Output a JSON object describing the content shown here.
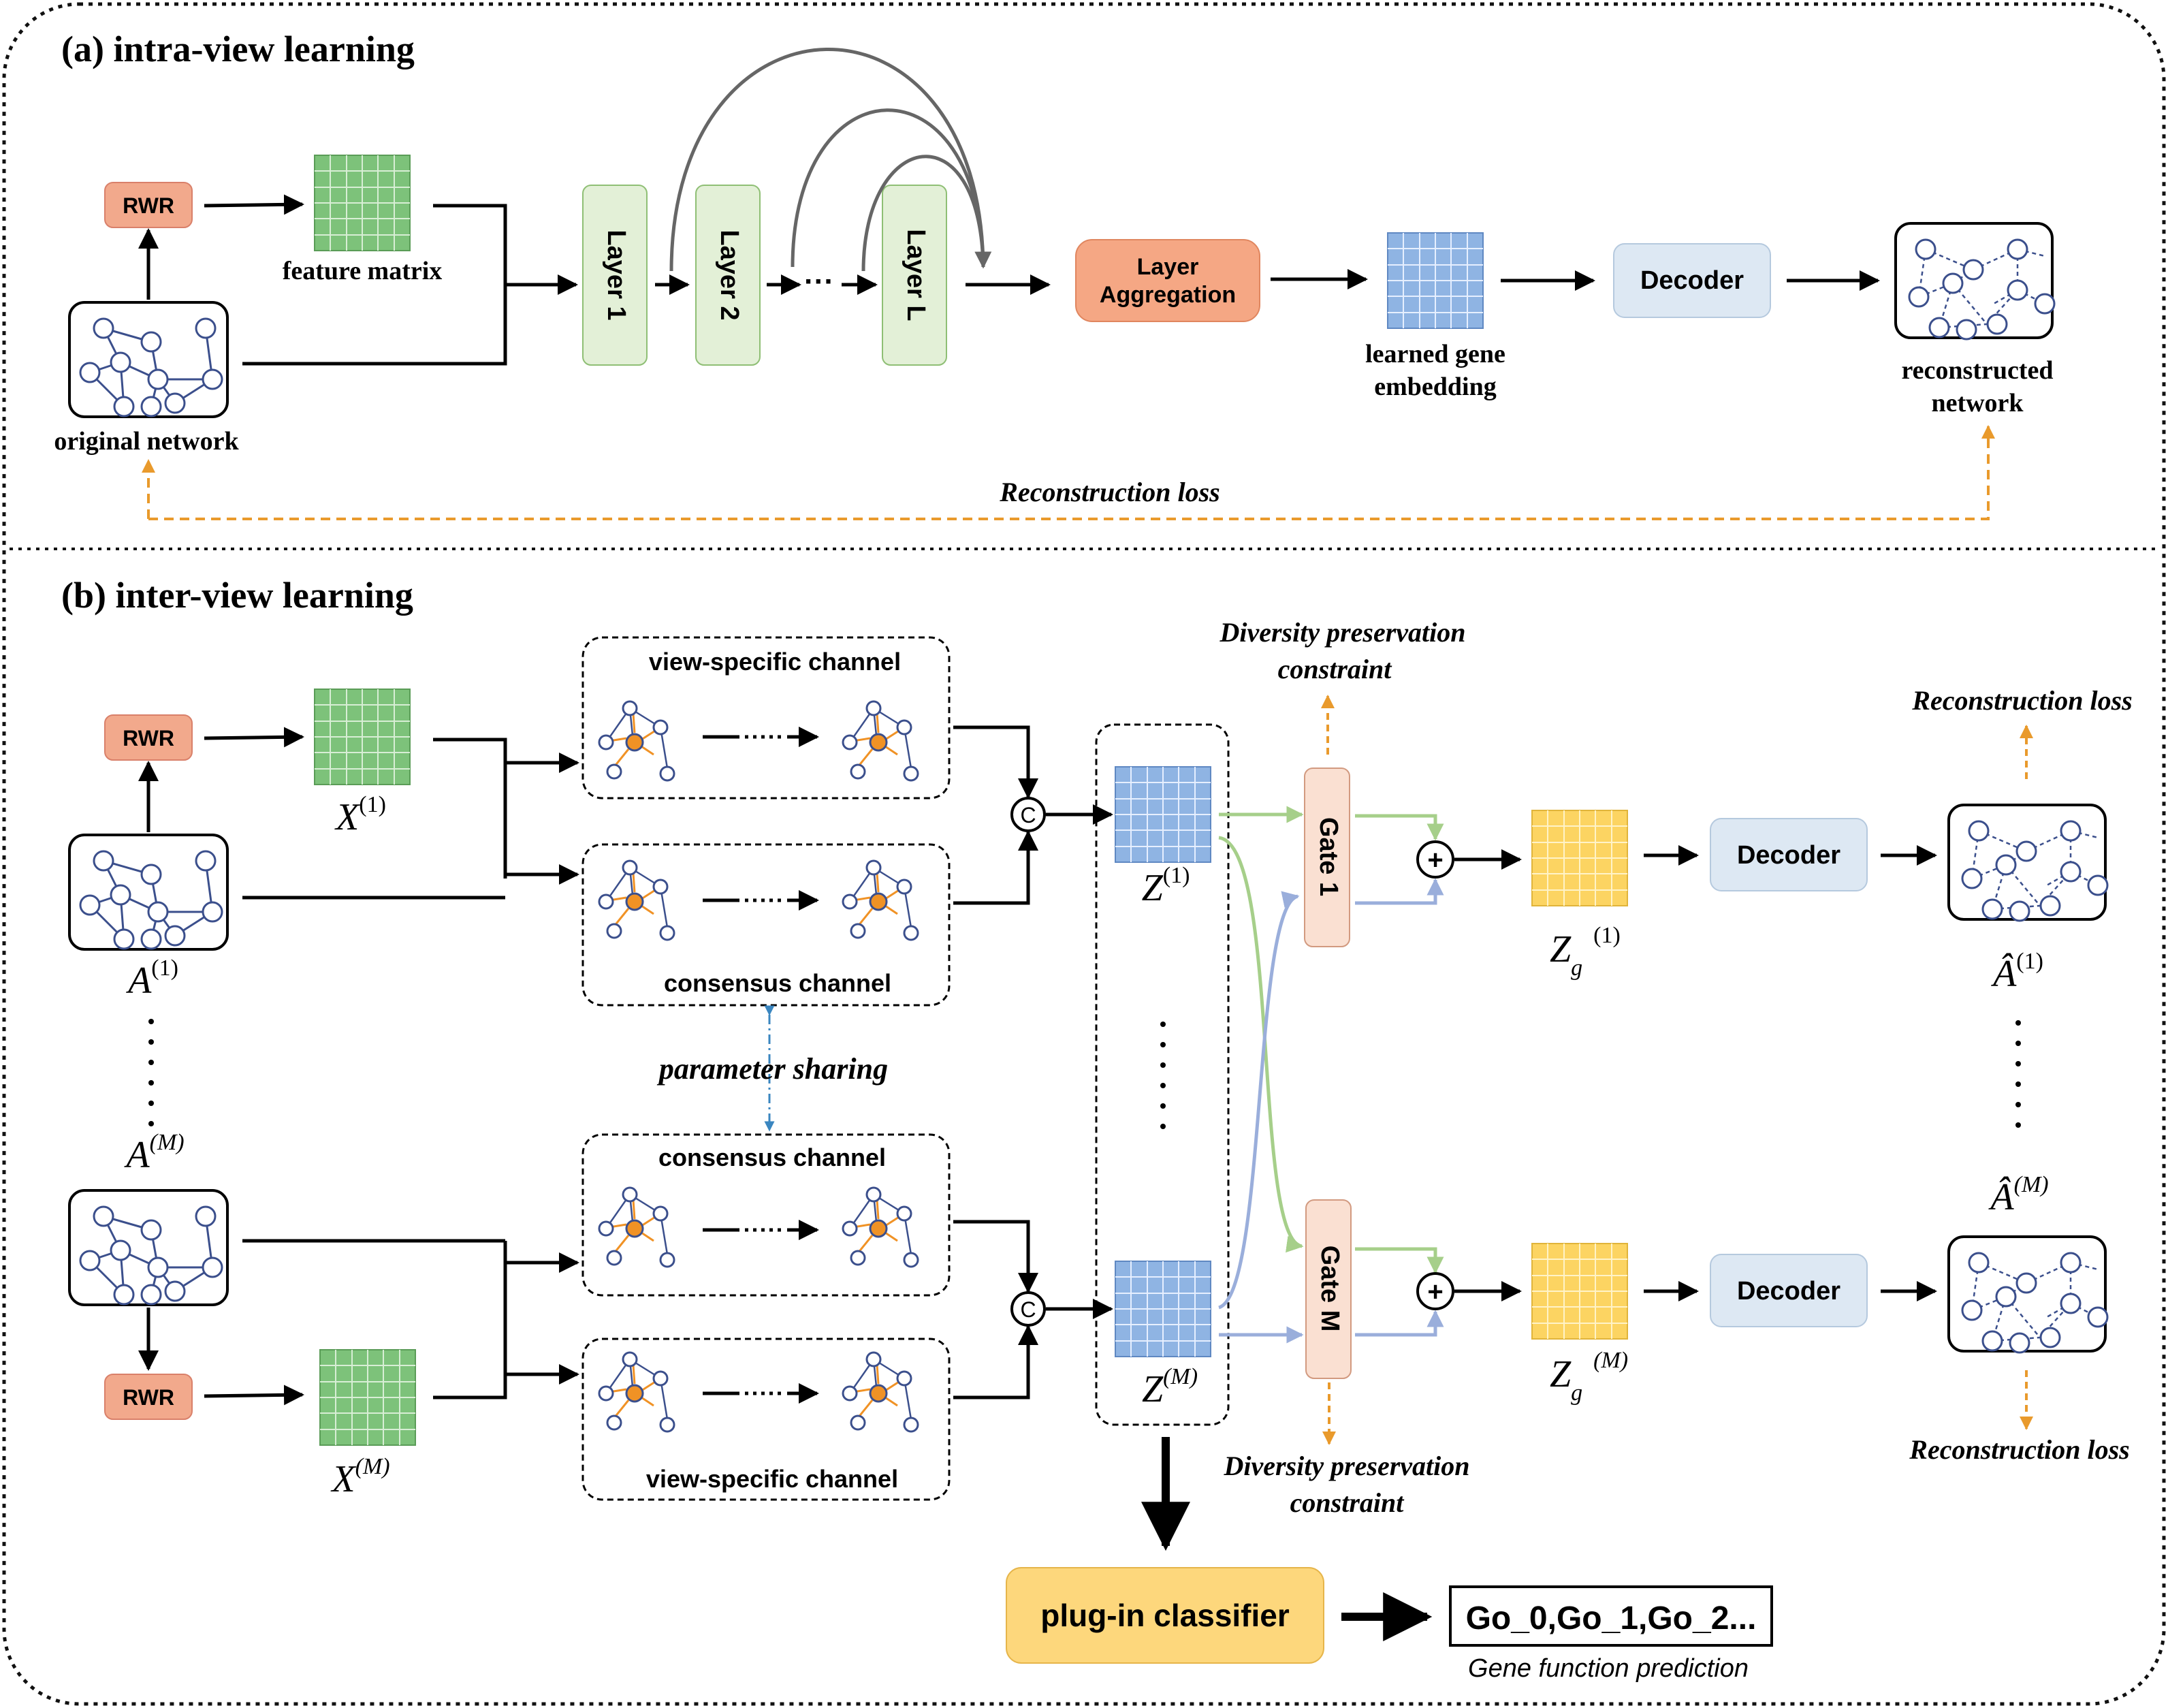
{
  "panel_a": {
    "title": "(a) intra-view learning",
    "rwr": "RWR",
    "feature_matrix": "feature matrix",
    "original_network": "original network",
    "layer1": "Layer 1",
    "layer2": "Layer 2",
    "layer_dots": "···",
    "layerL": "Layer L",
    "aggregation_line1": "Layer",
    "aggregation_line2": "Aggregation",
    "embedding_line1": "learned gene",
    "embedding_line2": "embedding",
    "decoder": "Decoder",
    "reconstructed_line1": "reconstructed",
    "reconstructed_line2": "network",
    "loss": "Reconstruction loss"
  },
  "panel_b": {
    "title": "(b) inter-view learning",
    "rwr_top": "RWR",
    "rwr_bottom": "RWR",
    "x1_base": "X",
    "x1_sup": "(1)",
    "xm_base": "X",
    "xm_sup": "(M)",
    "a1_base": "A",
    "a1_sup": "(1)",
    "am_base": "A",
    "am_sup": "(M)",
    "view_specific_top": "view-specific channel",
    "consensus_top": "consensus channel",
    "consensus_bottom": "consensus channel",
    "view_specific_bottom": "view-specific channel",
    "parameter_sharing": "parameter sharing",
    "concat_symbol": "C",
    "z1_base": "Z",
    "z1_sup": "(1)",
    "zm_base": "Z",
    "zm_sup": "(M)",
    "diversity_top_line1": "Diversity preservation",
    "diversity_top_line2": "constraint",
    "diversity_bottom_line1": "Diversity preservation",
    "diversity_bottom_line2": "constraint",
    "gate1": "Gate 1",
    "gateM": "Gate M",
    "plus_symbol": "+",
    "zg1_base": "Z",
    "zg1_sub": "g",
    "zg1_sup": "(1)",
    "zgm_base": "Z",
    "zgm_sub": "g",
    "zgm_sup": "(M)",
    "decoder_top": "Decoder",
    "decoder_bottom": "Decoder",
    "ahat1_base": "Â",
    "ahat1_sup": "(1)",
    "ahatm_base": "Â",
    "ahatm_sup": "(M)",
    "loss_top": "Reconstruction loss",
    "loss_bottom": "Reconstruction loss",
    "classifier": "plug-in classifier",
    "output": "Go_0,Go_1,Go_2...",
    "prediction_caption": "Gene function prediction"
  },
  "colors": {
    "rwr_fill": "#f2a98c",
    "matrix_green": "#7dc27a",
    "matrix_blue": "#8fb4e3",
    "matrix_yellow": "#fcd462",
    "layer_fill": "#e3f0d7",
    "aggregation_fill": "#f5a784",
    "decoder_fill": "#dde8f3",
    "gate_fill": "#fae0d2",
    "classifier_fill": "#fdd77c",
    "orange_dash": "#e99a2c",
    "blue_dash": "#3a86c0",
    "green_arrow": "#a6cf8a",
    "blue_arrow": "#9aaedb",
    "node_outline": "#3b4f8c",
    "highlight_node": "#f09225"
  }
}
